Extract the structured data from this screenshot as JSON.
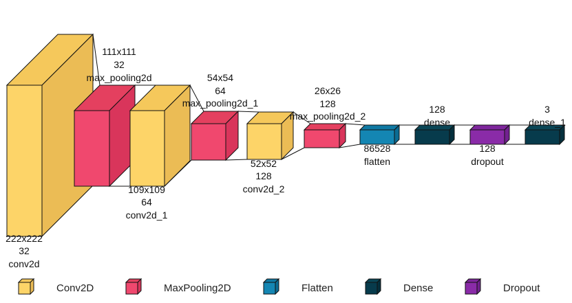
{
  "colors": {
    "Conv2D": {
      "front": "#fdd468",
      "side": "#ebbc55",
      "top": "#f5c85b"
    },
    "MaxPooling2D": {
      "front": "#f0486e",
      "side": "#d9355b",
      "top": "#e4405f"
    },
    "Flatten": {
      "front": "#1486b3",
      "side": "#0b6c93",
      "top": "#0f79a3"
    },
    "Dense": {
      "front": "#073b4c",
      "side": "#05303d",
      "top": "#0a4555"
    },
    "Dropout": {
      "front": "#8a2ba8",
      "side": "#722190",
      "top": "#7e269c"
    }
  },
  "layers": [
    {
      "id": "conv2d",
      "type": "Conv2D",
      "name": "conv2d",
      "shape": "222x222",
      "channels": "32"
    },
    {
      "id": "max_pooling2d",
      "type": "MaxPooling2D",
      "name": "max_pooling2d",
      "shape": "111x111",
      "channels": "32"
    },
    {
      "id": "conv2d_1",
      "type": "Conv2D",
      "name": "conv2d_1",
      "shape": "109x109",
      "channels": "64"
    },
    {
      "id": "max_pooling2d_1",
      "type": "MaxPooling2D",
      "name": "max_pooling2d_1",
      "shape": "54x54",
      "channels": "64"
    },
    {
      "id": "conv2d_2",
      "type": "Conv2D",
      "name": "conv2d_2",
      "shape": "52x52",
      "channels": "128"
    },
    {
      "id": "max_pooling2d_2",
      "type": "MaxPooling2D",
      "name": "max_pooling2d_2",
      "shape": "26x26",
      "channels": "128"
    },
    {
      "id": "flatten",
      "type": "Flatten",
      "name": "flatten",
      "shape": "86528",
      "channels": ""
    },
    {
      "id": "dense",
      "type": "Dense",
      "name": "dense",
      "shape": "128",
      "channels": ""
    },
    {
      "id": "dropout",
      "type": "Dropout",
      "name": "dropout",
      "shape": "128",
      "channels": ""
    },
    {
      "id": "dense_1",
      "type": "Dense",
      "name": "dense_1",
      "shape": "3",
      "channels": ""
    }
  ],
  "legend": [
    {
      "label": "Conv2D",
      "type": "Conv2D"
    },
    {
      "label": "MaxPooling2D",
      "type": "MaxPooling2D"
    },
    {
      "label": "Flatten",
      "type": "Flatten"
    },
    {
      "label": "Dense",
      "type": "Dense"
    },
    {
      "label": "Dropout",
      "type": "Dropout"
    }
  ]
}
